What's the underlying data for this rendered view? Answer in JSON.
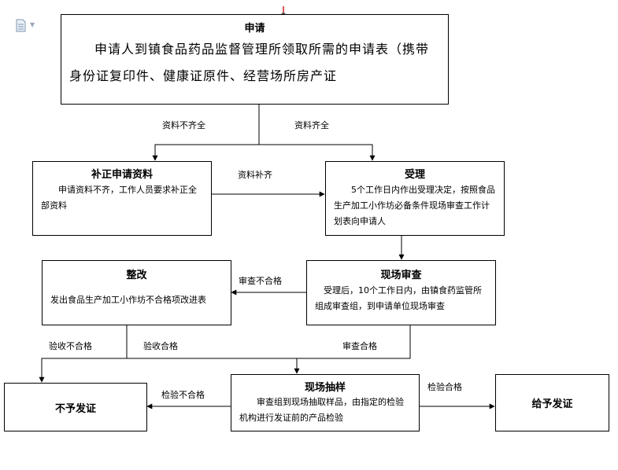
{
  "nodes": {
    "apply": {
      "title": "申请",
      "desc": "申请人到镇食品药品监督管理所领取所需的申请表（携带身份证复印件、健康证原件、经营场所房产证"
    },
    "supplement": {
      "title": "补正申请资料",
      "desc": "申请资料不齐，工作人员要求补正全部资料"
    },
    "accept": {
      "title": "受理",
      "desc": "5个工作日内作出受理决定，按照食品生产加工小作坊必备条件现场审查工作计划表向申请人"
    },
    "rectify": {
      "title": "整改",
      "desc": "发出食品生产加工小作坊不合格项改进表"
    },
    "inspect": {
      "title": "现场审查",
      "desc": "受理后，10个工作日内，由镇食药监管所组成审查组，到申请单位现场审查"
    },
    "deny": {
      "title": "不予发证"
    },
    "sampling": {
      "title": "现场抽样",
      "desc": "审查组到现场抽取样品，由指定的检验机构进行发证前的产品检验"
    },
    "grant": {
      "title": "给予发证"
    }
  },
  "edge_labels": {
    "incomplete": "资料不齐全",
    "complete": "资料齐全",
    "supplemented": "资料补齐",
    "review_fail": "审查不合格",
    "acceptance_fail": "验收不合格",
    "acceptance_pass": "验收合格",
    "review_pass": "审查合格",
    "test_fail": "检验不合格",
    "test_pass": "检验合格"
  }
}
